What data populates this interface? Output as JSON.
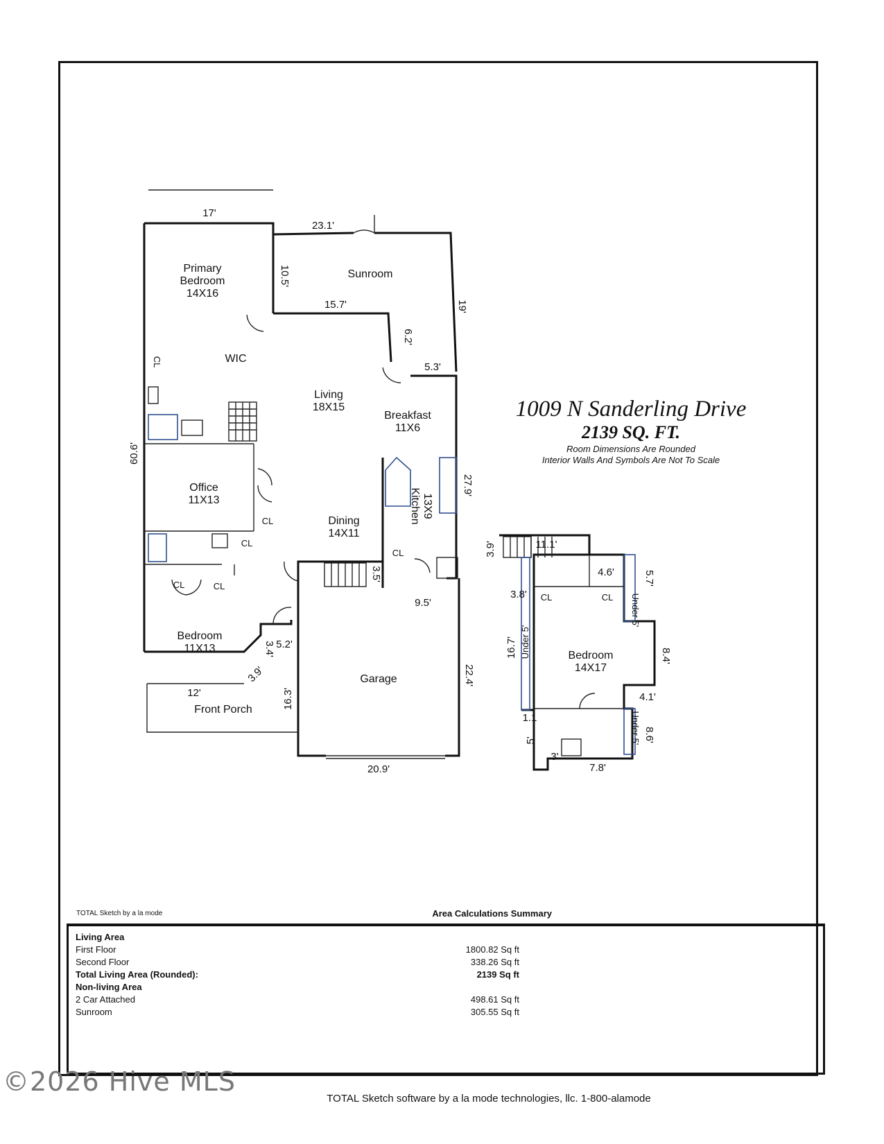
{
  "rooms": {
    "primary_bedroom": {
      "name": "Primary\nBedroom",
      "size": "14X16"
    },
    "sunroom": {
      "name": "Sunroom"
    },
    "wic": {
      "name": "WIC"
    },
    "living": {
      "name": "Living",
      "size": "18X15"
    },
    "breakfast": {
      "name": "Breakfast",
      "size": "11X6"
    },
    "office": {
      "name": "Office",
      "size": "11X13"
    },
    "kitchen": {
      "name": "Kitchen",
      "size": "13X9"
    },
    "dining": {
      "name": "Dining",
      "size": "14X11"
    },
    "bedroom_1": {
      "name": "Bedroom",
      "size": "11X13"
    },
    "garage": {
      "name": "Garage"
    },
    "front_porch": {
      "name": "Front Porch"
    },
    "bedroom_2": {
      "name": "Bedroom",
      "size": "14X17"
    },
    "closet": "CL",
    "under": "Under 5'"
  },
  "dimensions": {
    "d17": "17'",
    "d23_1": "23.1'",
    "d10_5": "10.5'",
    "d15_7": "15.7'",
    "d19": "19'",
    "d6_2": "6.2'",
    "d5_3": "5.3'",
    "d60_6": "60.6'",
    "d27_9": "27.9'",
    "d3_5": "3.5'",
    "d9_5": "9.5'",
    "d5_2": "5.2'",
    "d3_4": "3.4'",
    "d3_9": "3.9'",
    "d12": "12'",
    "d16_3": "16.3'",
    "d22_4": "22.4'",
    "d20_9": "20.9'",
    "d11_1": "11.1'",
    "d3_9b": "3.9'",
    "d4_6": "4.6'",
    "d3_8": "3.8'",
    "d5_7": "5.7'",
    "d16_7": "16.7'",
    "d8_4": "8.4'",
    "d4_1": "4.1'",
    "d1_1": "1.1",
    "d8_6": "8.6'",
    "d5": "5'",
    "d3": "3'",
    "d7_8": "7.8'"
  },
  "title_block": {
    "address": "1009 N Sanderling Drive",
    "sqft": "2139 SQ. FT.",
    "note1": "Room Dimensions Are Rounded",
    "note2": "Interior Walls And Symbols Are Not To Scale"
  },
  "summary": {
    "sketch_label": "TOTAL Sketch by a la mode",
    "title": "Area Calculations Summary",
    "rows": [
      {
        "label": "Living Area",
        "value": "",
        "bold": true
      },
      {
        "label": "First Floor",
        "value": "1800.82 Sq ft",
        "bold": false
      },
      {
        "label": "Second Floor",
        "value": "338.26 Sq ft",
        "bold": false
      },
      {
        "label": "Total Living Area (Rounded):",
        "value": "2139 Sq ft",
        "bold": true
      },
      {
        "label": "Non-living Area",
        "value": "",
        "bold": true
      },
      {
        "label": "2 Car Attached",
        "value": "498.61 Sq ft",
        "bold": false
      },
      {
        "label": "Sunroom",
        "value": "305.55 Sq ft",
        "bold": false
      }
    ]
  },
  "watermark": "©2026 Hive MLS",
  "footer": "TOTAL Sketch software by a la mode technologies, llc. 1-800-alamode"
}
